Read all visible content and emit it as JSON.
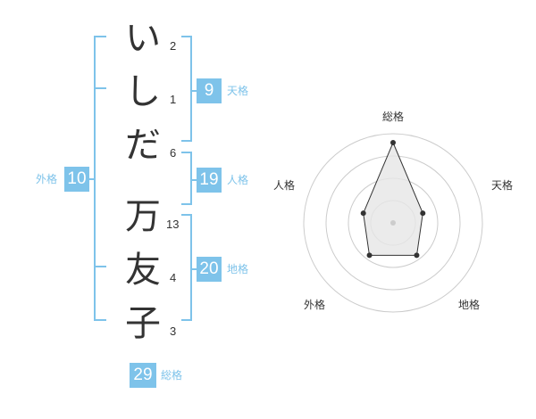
{
  "name": {
    "chars": [
      {
        "char": "い",
        "strokes": "2"
      },
      {
        "char": "し",
        "strokes": "1"
      },
      {
        "char": "だ",
        "strokes": "6"
      },
      {
        "char": "万",
        "strokes": "13"
      },
      {
        "char": "友",
        "strokes": "4"
      },
      {
        "char": "子",
        "strokes": "3"
      }
    ]
  },
  "fortunes": {
    "tenkaku": {
      "value": "9",
      "label": "天格"
    },
    "jinkaku": {
      "value": "19",
      "label": "人格"
    },
    "chikaku": {
      "value": "20",
      "label": "地格"
    },
    "gaikaku": {
      "value": "10",
      "label": "外格"
    },
    "soukaku": {
      "value": "29",
      "label": "総格"
    }
  },
  "radar": {
    "axes": [
      "総格",
      "天格",
      "地格",
      "外格",
      "人格"
    ],
    "values": [
      0.9,
      0.35,
      0.45,
      0.45,
      0.35
    ],
    "ring_count": 4,
    "colors": {
      "grid": "#cccccc",
      "fill": "#e6e6e6",
      "stroke": "#333333",
      "point": "#333333",
      "center": "#cccccc"
    }
  },
  "colors": {
    "accent": "#7ec3ea",
    "text": "#333333"
  }
}
